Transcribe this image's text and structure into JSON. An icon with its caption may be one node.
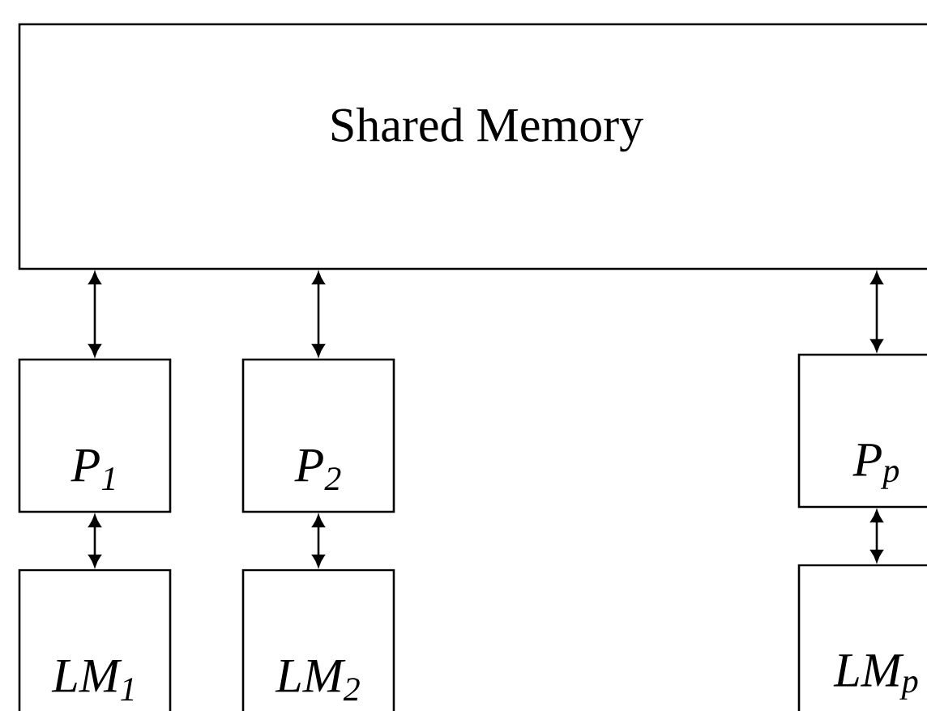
{
  "diagram": {
    "nodes": [
      {
        "text": [
          "Shared Memory"
        ]
      },
      {
        "text": [
          "P$_{1}$"
        ]
      },
      {
        "text": [
          "P$_{2}$"
        ]
      },
      {
        "text": [
          "P$_{p}$"
        ]
      },
      {
        "text": [
          "LM$_{1}$"
        ]
      },
      {
        "text": [
          "LM$_{2}$"
        ]
      },
      {
        "text": [
          "LM$_{p}$"
        ]
      }
    ],
    "edges": [
      {
        "from": 0,
        "to": 1,
        "arrow": "both"
      },
      {
        "from": 0,
        "to": 2,
        "arrow": "both"
      },
      {
        "from": 0,
        "to": 3,
        "arrow": "both"
      },
      {
        "from": 1,
        "to": 4,
        "arrow": "both"
      },
      {
        "from": 2,
        "to": 5,
        "arrow": "both"
      },
      {
        "from": 3,
        "to": 6,
        "arrow": "both"
      }
    ]
  }
}
